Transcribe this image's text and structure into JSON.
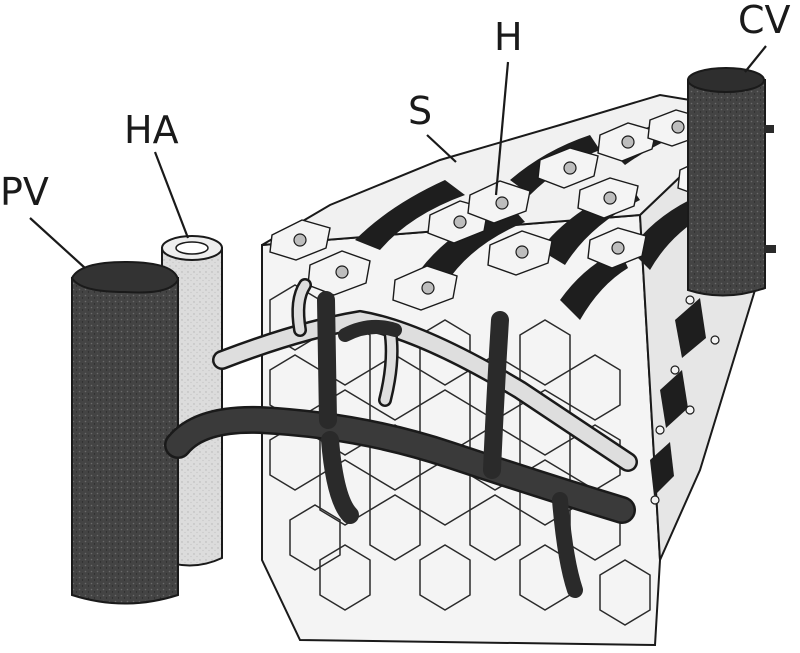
{
  "labels": {
    "pv": "PV",
    "ha": "HA",
    "s": "S",
    "h": "H",
    "cv": "CV"
  },
  "colors": {
    "vein_dark": "#3c3c3c",
    "artery_light": "#d9d9d9",
    "cell_fill": "#f1f1f1",
    "outline": "#1a1a1a",
    "sinusoid": "#1e1e1e"
  }
}
